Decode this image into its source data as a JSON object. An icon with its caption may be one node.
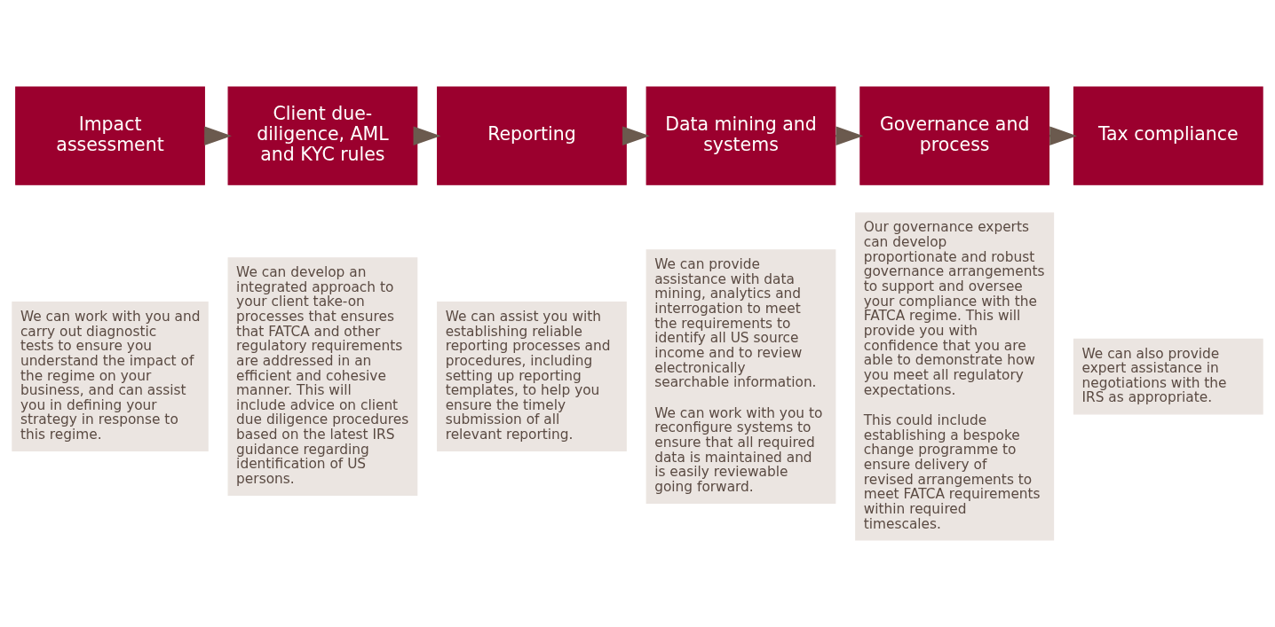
{
  "diagram": {
    "nodes": [
      {
        "text": [
          "Impact assessment"
        ]
      },
      {
        "text": [
          "Client due-diligence, AML and KYC rules"
        ]
      },
      {
        "text": [
          "Reporting"
        ]
      },
      {
        "text": [
          "Data mining and systems"
        ]
      },
      {
        "text": [
          "Governance and process"
        ]
      },
      {
        "text": [
          "Tax compliance"
        ]
      },
      {
        "text": [
          "We can work with you and carry out diagnostic tests to ensure you understand the impact of the regime on your business, and can assist you in defining your strategy in response to this regime."
        ]
      },
      {
        "text": [
          "We can develop an integrated approach to your client take-on processes that ensures that FATCA and other regulatory requirements are addressed in an efficient and cohesive manner. This will include advice on client due diligence procedures based on the latest IRS guidance regarding identification of US persons."
        ]
      },
      {
        "text": [
          "We can assist you with establishing reliable reporting processes and procedures, including setting up reporting templates, to help you ensure the timely submission of all relevant reporting."
        ]
      },
      {
        "text": [
          "We can provide assistance with data mining, analytics and interrogation to meet the requirements to identify all US source income and to review electronically searchable information.",
          "We can work with you to reconfigure systems to ensure that all required data is maintained and is easily reviewable going forward."
        ]
      },
      {
        "text": [
          "Our governance experts can develop proportionate and robust governance arrangements to support and oversee your compliance with the FATCA regime. This will provide you with confidence that you are able to demonstrate how you meet all regulatory expectations.",
          "This could include establishing a bespoke change programme to ensure delivery of revised arrangements to meet FATCA requirements within required timescales."
        ]
      },
      {
        "text": [
          "We can also provide expert assistance in negotiations with the IRS as appropriate."
        ]
      }
    ],
    "edges": [
      {
        "from": 0,
        "to": 1,
        "arrow": "to"
      },
      {
        "from": 1,
        "to": 2,
        "arrow": "to"
      },
      {
        "from": 2,
        "to": 3,
        "arrow": "to"
      },
      {
        "from": 3,
        "to": 4,
        "arrow": "to"
      },
      {
        "from": 4,
        "to": 5,
        "arrow": "to"
      }
    ]
  }
}
